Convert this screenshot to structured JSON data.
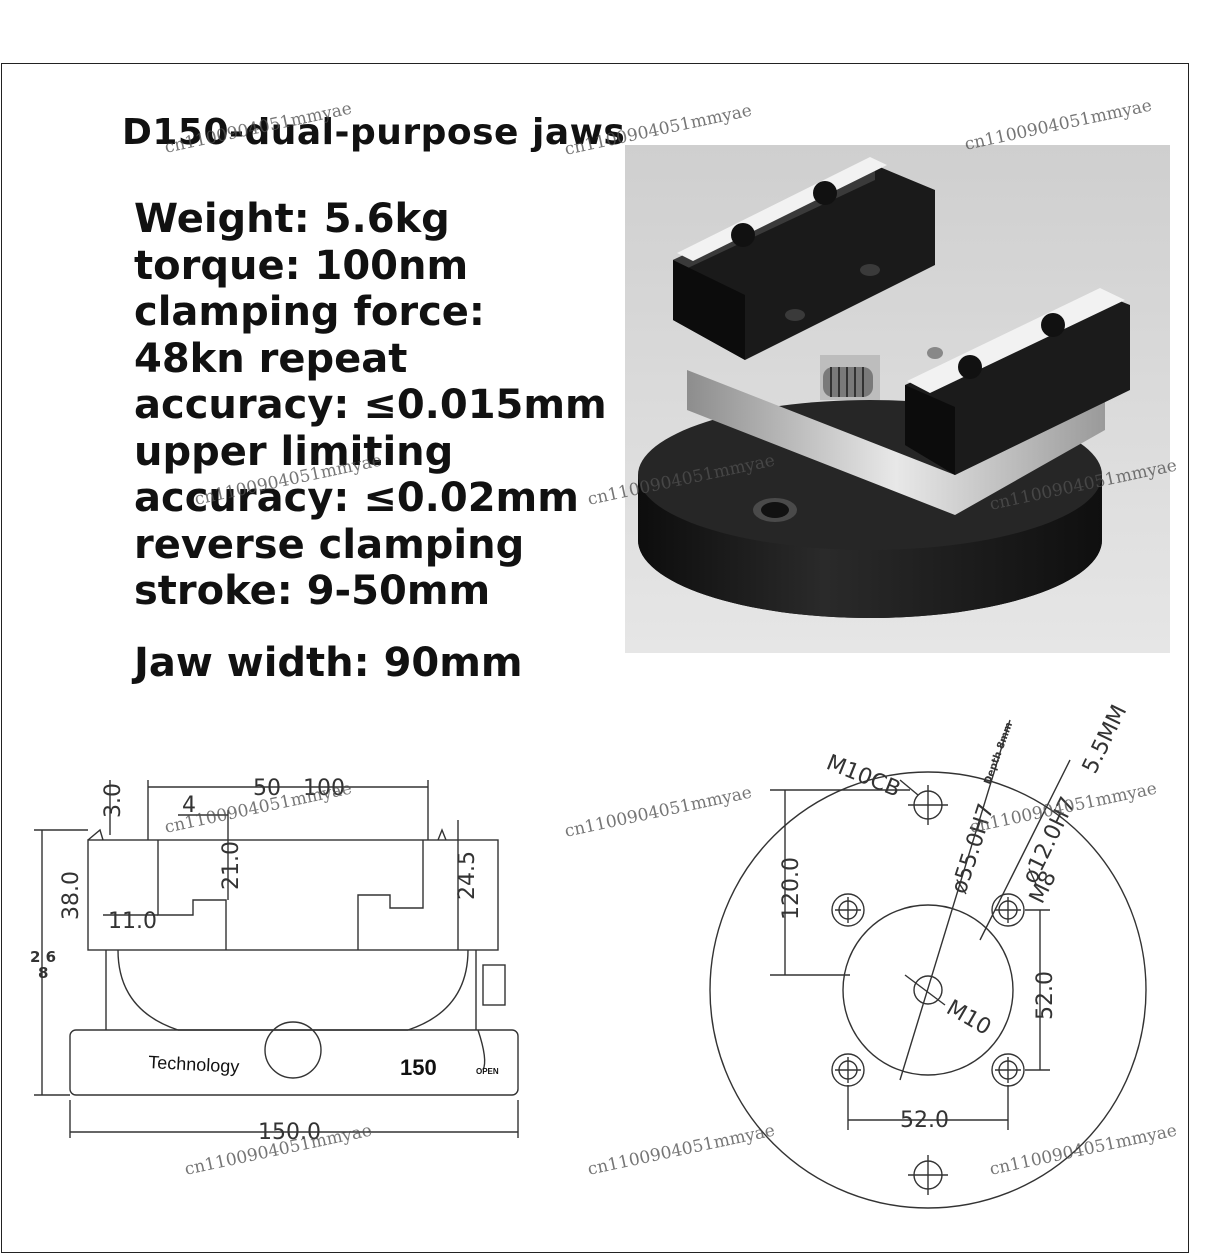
{
  "title": "D150-dual-purpose jaws",
  "specs": [
    "Weight: 5.6kg",
    "torque: 100nm",
    "clamping force:",
    "48kn repeat",
    "accuracy: ≤0.015mm",
    "upper limiting",
    "accuracy: ≤0.02mm",
    "reverse clamping",
    "stroke: 9-50mm"
  ],
  "jaw_width": "Jaw width: 90mm",
  "watermark": "cn1100904051mmyae",
  "front_view": {
    "dims": {
      "d3": "3.0",
      "d4": "4",
      "d50": "50",
      "d100": "100",
      "d21": "21.0",
      "d245": "24.5",
      "d38": "38.0",
      "d11": "11.0",
      "d268a": "2 6",
      "d268b": "8",
      "d150": "150.0"
    },
    "label_technology": "Technology",
    "label_model": "150",
    "label_open": "OPEN"
  },
  "top_view": {
    "dims": {
      "m10cb": "M10CB",
      "depth": "Depth 8mm",
      "d55": "ø55.0H7",
      "d12": "ø12.0H7",
      "d55mm": "5.5MM",
      "m8": "M8",
      "m10": "M10",
      "d120": "120.0",
      "d52v": "52.0",
      "d52h": "52.0"
    }
  },
  "colors": {
    "text": "#111111",
    "drawing": "#333333",
    "photo_bg": "#dcdcdc",
    "vise_body": "#1c1c1c"
  }
}
